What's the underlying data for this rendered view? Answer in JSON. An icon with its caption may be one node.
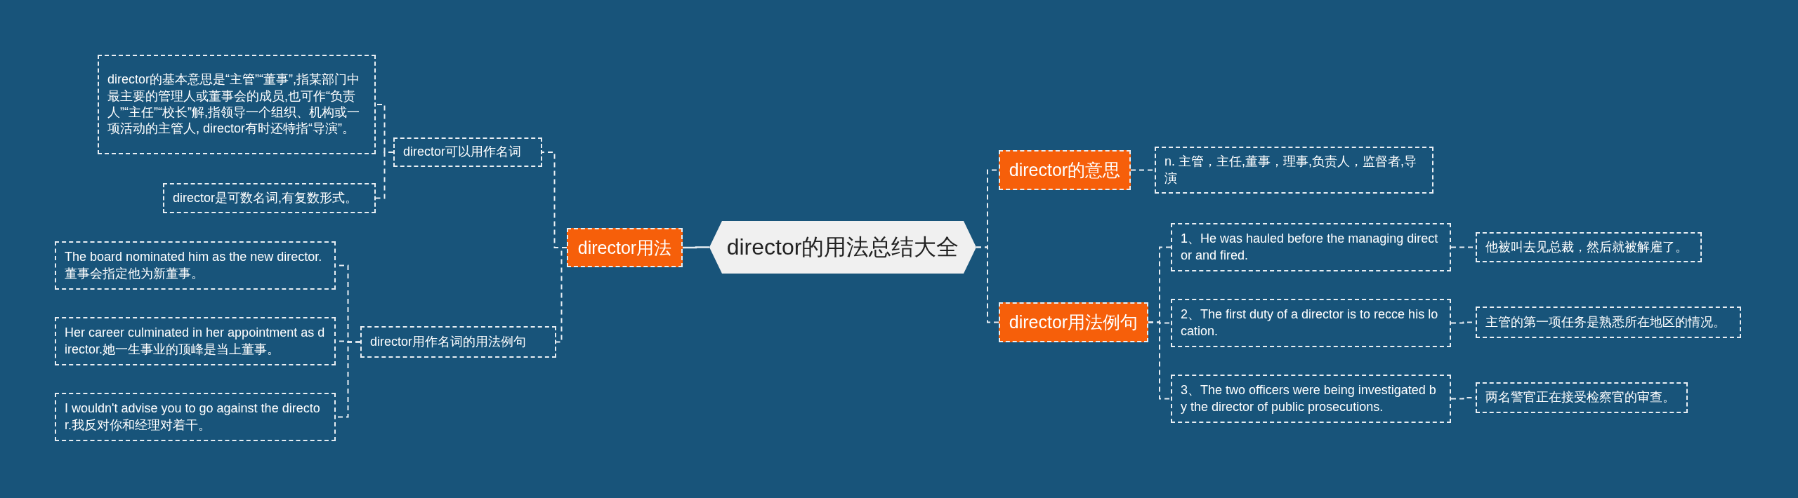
{
  "diagram": {
    "nodes": [
      {
        "text": [
          "director的用法总结大全"
        ]
      },
      {
        "text": [
          "director用法"
        ]
      },
      {
        "text": [
          "director可以用作名词"
        ]
      },
      {
        "text": [
          "director的基本意思是“主管”“董事”,指某部门中最主要的管理人或董事会的成员,也可作“负责人”“主任”“校长”解,指领导一个组织、机构或一项活动的主管人, director有时还特指“导演”。"
        ]
      },
      {
        "text": [
          "director是可数名词,有复数形式。"
        ]
      },
      {
        "text": [
          "director用作名词的用法例句"
        ]
      },
      {
        "text": [
          "The board nominated him as the new director.董事会指定他为新董事。"
        ]
      },
      {
        "text": [
          "Her career culminated in her appointment as director.她一生事业的顶峰是当上董事。"
        ]
      },
      {
        "text": [
          "I wouldn't advise you to go against the director.我反对你和经理对着干。"
        ]
      },
      {
        "text": [
          "director的意思"
        ]
      },
      {
        "text": [
          "n. 主管，主任,董事，理事,负责人，监督者,导演"
        ]
      },
      {
        "text": [
          "director用法例句"
        ]
      },
      {
        "text": [
          "1、He was hauled before the managing director and fired."
        ]
      },
      {
        "text": [
          "他被叫去见总裁，然后就被解雇了。"
        ]
      },
      {
        "text": [
          "2、The first duty of a director is to recce his location."
        ]
      },
      {
        "text": [
          "主管的第一项任务是熟悉所在地区的情况。"
        ]
      },
      {
        "text": [
          "3、The two officers were being investigated by the director of public prosecutions."
        ]
      },
      {
        "text": [
          "两名警官正在接受检察官的审查。"
        ]
      }
    ],
    "edges": [
      {
        "from": 0,
        "to": 1,
        "arrow": "none"
      },
      {
        "from": 1,
        "to": 2,
        "arrow": "none",
        "style": "dashed"
      },
      {
        "from": 2,
        "to": 3,
        "arrow": "none",
        "style": "dashed"
      },
      {
        "from": 2,
        "to": 4,
        "arrow": "none",
        "style": "dashed"
      },
      {
        "from": 1,
        "to": 5,
        "arrow": "none",
        "style": "dashed"
      },
      {
        "from": 5,
        "to": 6,
        "arrow": "none",
        "style": "dashed"
      },
      {
        "from": 5,
        "to": 7,
        "arrow": "none",
        "style": "dashed"
      },
      {
        "from": 5,
        "to": 8,
        "arrow": "none",
        "style": "dashed"
      },
      {
        "from": 0,
        "to": 9,
        "arrow": "none",
        "style": "dashed"
      },
      {
        "from": 9,
        "to": 10,
        "arrow": "none",
        "style": "dashed"
      },
      {
        "from": 0,
        "to": 11,
        "arrow": "none",
        "style": "dashed"
      },
      {
        "from": 11,
        "to": 12,
        "arrow": "none",
        "style": "dashed"
      },
      {
        "from": 12,
        "to": 13,
        "arrow": "none",
        "style": "dashed"
      },
      {
        "from": 11,
        "to": 14,
        "arrow": "none",
        "style": "dashed"
      },
      {
        "from": 14,
        "to": 15,
        "arrow": "none",
        "style": "dashed"
      },
      {
        "from": 11,
        "to": 16,
        "arrow": "none",
        "style": "dashed"
      },
      {
        "from": 16,
        "to": 17,
        "arrow": "none",
        "style": "dashed"
      }
    ]
  }
}
